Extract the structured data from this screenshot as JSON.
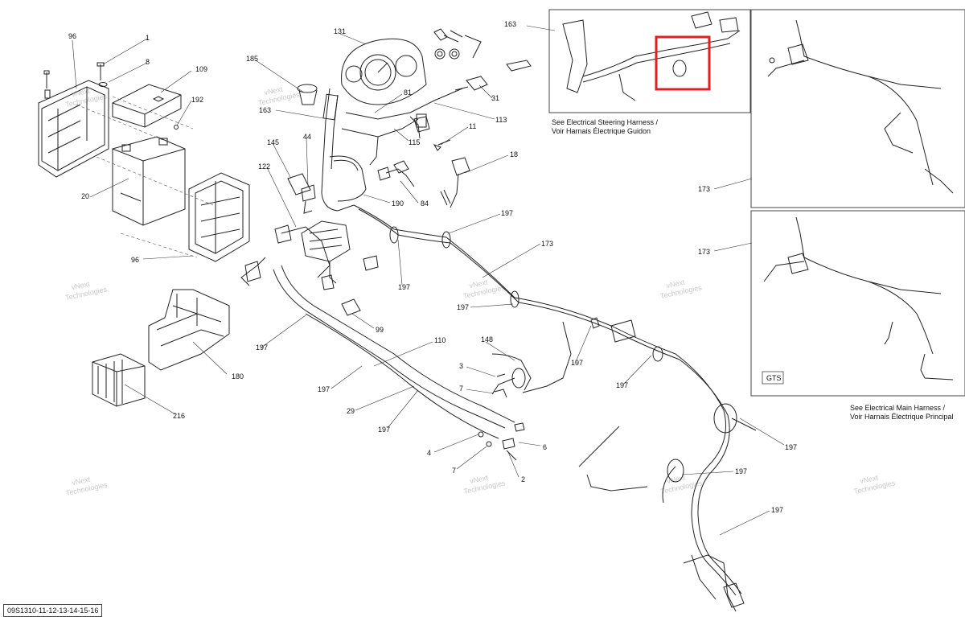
{
  "diagram_code": "09S1310-11-12-13-14-15-16",
  "watermark": [
    "vNext",
    "Technologies"
  ],
  "panels": {
    "steering": {
      "note_line1": "See Electrical Steering Harness /",
      "note_line2": "Voir Harnais Électrique Guidon",
      "callout": "163"
    },
    "main_upper": {
      "callout": "173"
    },
    "main_lower": {
      "callout": "173",
      "badge": "GTS"
    },
    "main_note": {
      "line1": "See Electrical Main Harness /",
      "line2": "Voir Harnais Électrique Principal"
    }
  },
  "callouts": {
    "c96a": "96",
    "c1": "1",
    "c8": "8",
    "c109": "109",
    "c192": "192",
    "c20": "20",
    "c96b": "96",
    "c185": "185",
    "c131": "131",
    "c81": "81",
    "c31": "31",
    "c163": "163",
    "c113": "113",
    "c115": "115",
    "c11": "11",
    "c18": "18",
    "c145": "145",
    "c44": "44",
    "c122": "122",
    "c190": "190",
    "c84": "84",
    "c197a": "197",
    "c173": "173",
    "c197b": "197",
    "c197c": "197",
    "c99": "99",
    "c197d": "197",
    "c110": "110",
    "c148": "148",
    "c3": "3",
    "c7a": "7",
    "c197e": "197",
    "c197f": "197",
    "c197g": "197",
    "c29": "29",
    "c197h": "197",
    "c180": "180",
    "c216": "216",
    "c4": "4",
    "c6": "6",
    "c7b": "7",
    "c2": "2",
    "c197i": "197",
    "c197j": "197",
    "c197k": "197"
  }
}
